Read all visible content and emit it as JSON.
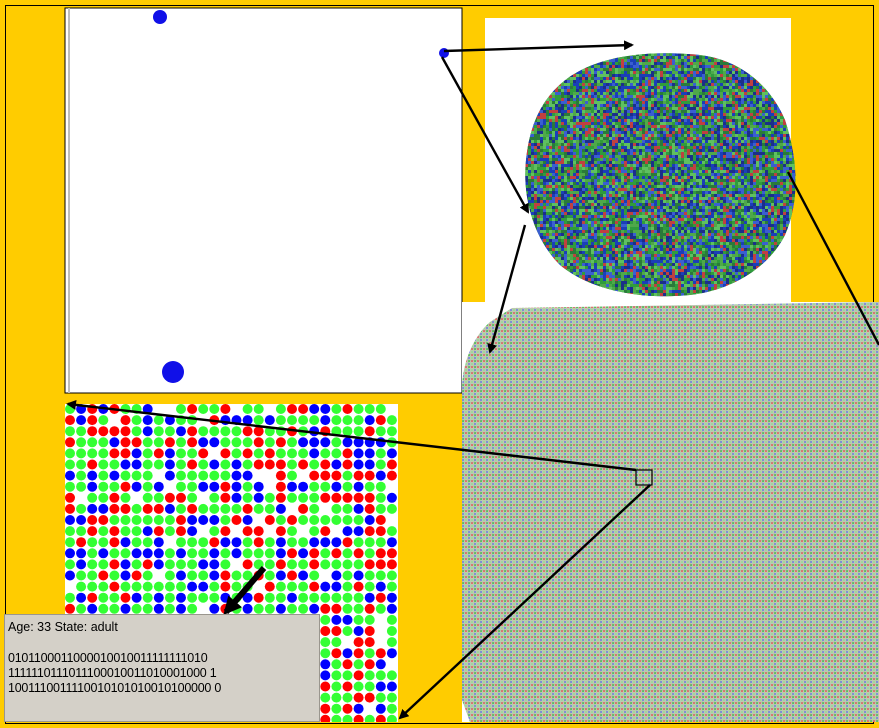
{
  "colors": {
    "background": "#ffcc00",
    "border": "#000000",
    "cell_red": "#ff0000",
    "cell_green": "#33ff33",
    "cell_blue": "#0000ff",
    "cell_blue_soft": "#1010e8",
    "info_bg": "#d4d0c8",
    "colony_dark_green": "#2e8b3a",
    "colony_blue": "#2a4ab0",
    "colony_texture_base": "#b8c8a8"
  },
  "info_panel": {
    "status": "Age: 33  State: adult",
    "genome": [
      "0101100011000010010011111111010",
      "1111110111011100010011010001000 1",
      "1001110011110010101010010100000 0"
    ]
  }
}
